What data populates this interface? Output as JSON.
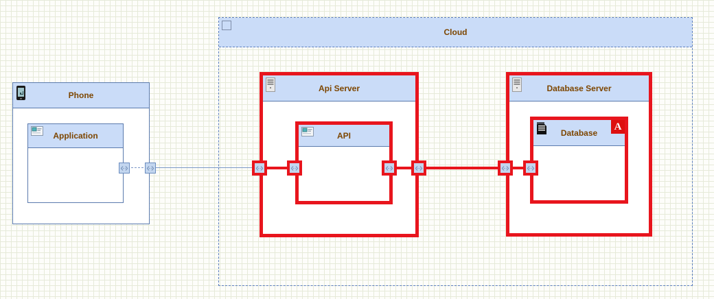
{
  "nodes": {
    "cloud": {
      "label": "Cloud"
    },
    "phone": {
      "label": "Phone"
    },
    "application": {
      "label": "Application"
    },
    "api_server": {
      "label": "Api Server"
    },
    "api": {
      "label": "API"
    },
    "database_server": {
      "label": "Database Server"
    },
    "database": {
      "label": "Database",
      "marker": "A"
    }
  },
  "colors": {
    "header_fill": "#cadcf8",
    "node_border": "#5a7aad",
    "label_text": "#7d4600",
    "selection_red": "#e8151d",
    "port_fill": "#c3d6ef",
    "port_border": "#6a8cbf",
    "connector_blue": "#7a97c6",
    "grid_line": "#e6ead9"
  }
}
